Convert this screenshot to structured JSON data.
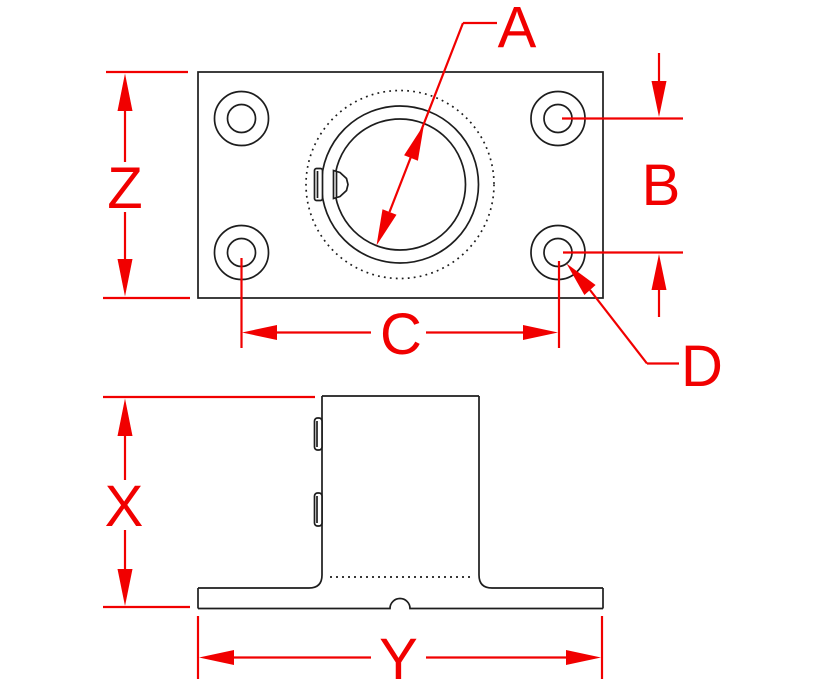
{
  "colors": {
    "dimension_red": "#f10000",
    "drawing_line": "#1d1d1d",
    "background": "#ffffff"
  },
  "drawing": {
    "labels": {
      "socket_diameter": "A",
      "hole_spacing_vertical": "B",
      "hole_spacing_horizontal": "C",
      "mounting_hole": "D",
      "overall_height": "X",
      "base_length": "Y",
      "base_width": "Z"
    }
  }
}
